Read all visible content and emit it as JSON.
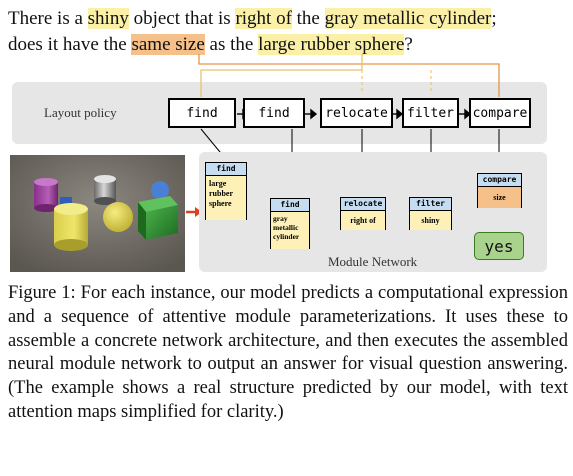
{
  "question": {
    "segments": [
      {
        "text": "There is a ",
        "hl": "none"
      },
      {
        "text": "shiny",
        "hl": "yellow"
      },
      {
        "text": " object that is ",
        "hl": "none"
      },
      {
        "text": "right of",
        "hl": "yellow"
      },
      {
        "text": " the ",
        "hl": "none"
      },
      {
        "text": "gray metallic cylinder",
        "hl": "yellow"
      },
      {
        "text": ";",
        "hl": "none"
      },
      {
        "text": " does it have the ",
        "hl": "none"
      },
      {
        "text": "same size",
        "hl": "orange"
      },
      {
        "text": " as the ",
        "hl": "none"
      },
      {
        "text": "large rubber sphere",
        "hl": "yellow"
      },
      {
        "text": "?",
        "hl": "none"
      }
    ]
  },
  "layout_policy": {
    "label": "Layout policy",
    "modules": [
      "find",
      "find",
      "relocate",
      "filter",
      "compare"
    ]
  },
  "module_network": {
    "label": "Module Network",
    "find1": {
      "name": "find",
      "text": "large rubber sphere"
    },
    "find2": {
      "name": "find",
      "text": "gray metallic cylinder"
    },
    "relocate": {
      "name": "relocate",
      "text": "right of"
    },
    "filter": {
      "name": "filter",
      "text": "shiny"
    },
    "compare": {
      "name": "compare",
      "text": "size"
    },
    "answer": "yes"
  },
  "caption": "Figure 1: For each instance, our model predicts a computational expression and a sequence of attentive module parameterizations. It uses these to assemble a concrete network architecture, and then executes the assembled neural module network to output an answer for visual question answering. (The example shows a real structure predicted by our model, with text attention maps simplified for clarity.)",
  "colors": {
    "highlight_yellow": "#fbf0a8",
    "highlight_orange": "#f5c08a",
    "module_head": "#c6dcf0",
    "module_body": "#fdf1b8",
    "compare_body": "#f5c08a",
    "answer": "#a9d38c",
    "arrow_red": "#d8431f"
  }
}
